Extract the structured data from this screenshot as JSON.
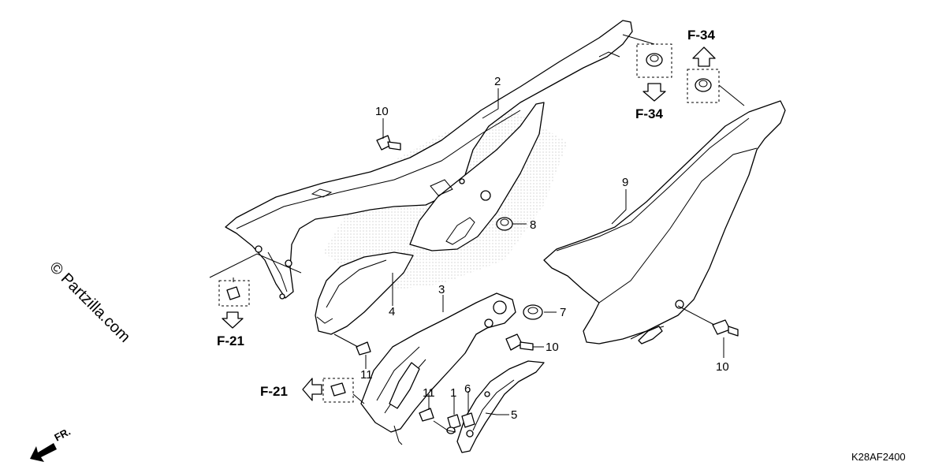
{
  "diagram": {
    "callouts": {
      "p1": "1",
      "p2": "2",
      "p3": "3",
      "p4": "4",
      "p5": "5",
      "p6": "6",
      "p7": "7",
      "p8": "8",
      "p9": "9",
      "p10a": "10",
      "p10b": "10",
      "p10c": "10",
      "p11a": "11",
      "p11b": "11"
    },
    "references": {
      "f34_top": "F-34",
      "f34_mid": "F-34",
      "f21_left": "F-21",
      "f21_bottom": "F-21"
    },
    "watermark": "© Partzilla.com",
    "front_label": "FR.",
    "diagram_code": "K28AF2400"
  }
}
